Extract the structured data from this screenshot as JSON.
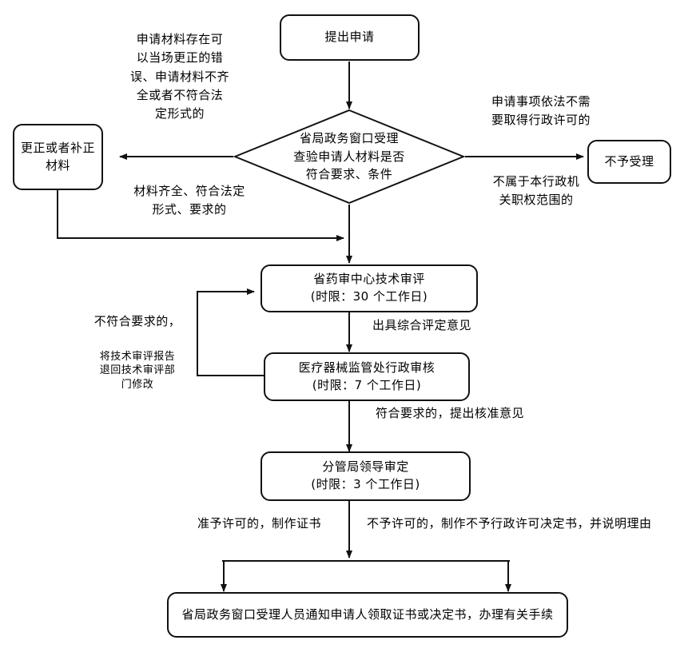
{
  "diagram": {
    "title_node": {
      "label": "提出申请"
    },
    "decision": {
      "line1": "省局政务窗口受理",
      "line2": "查验申请人材料是否",
      "line3": "符合要求、条件"
    },
    "nodes": {
      "correct_materials": {
        "line1": "更正或者补正",
        "line2": "材料"
      },
      "not_accepted": {
        "line1": "不予受理"
      },
      "technical_review": {
        "line1": "省药审中心技术审评",
        "line2": "(时限：30 个工作日)"
      },
      "admin_review": {
        "line1": "医疗器械监管处行政审核",
        "line2": "(时限：7 个工作日)"
      },
      "leader_approval": {
        "line1": "分管局领导审定",
        "line2": "(时限：3 个工作日)"
      },
      "final_notify": {
        "line1": "省局政务窗口受理人员通知申请人领取证书或决定书，办理有关手续"
      }
    },
    "edge_labels": {
      "left_top": "申请材料存在可\n以当场更正的错\n误、申请材料不齐\n全或者不符合法\n定形式的",
      "right_top": "申请事项依法不需\n要取得行政许可的",
      "right_bottom": "不属于本行政机\n关职权范围的",
      "left_bottom": "材料齐全、符合法定\n形式、要求的",
      "feedback_line1": "不符合要求的，",
      "feedback_rest": "将技术审评报告\n退回技术审评部\n门修改",
      "issue_opinion": "出具综合评定意见",
      "approve_opinion": "符合要求的，提出核准意见",
      "grant_branch": "准予许可的，制作证书",
      "deny_branch": "不予许可的，制作不予行政许可决定书，并说明理由"
    },
    "colors": {
      "stroke": "#111111",
      "background": "#ffffff",
      "text": "#000000"
    }
  }
}
